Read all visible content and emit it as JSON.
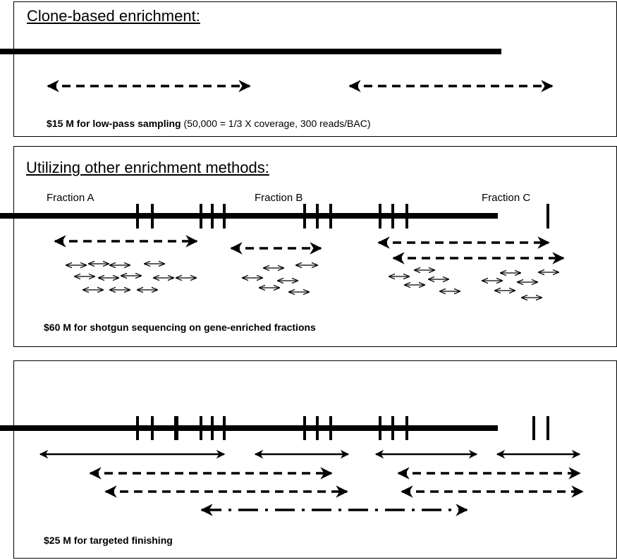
{
  "panel1": {
    "title": "Clone-based enrichment:",
    "cost_bold": "$15 M for low-pass sampling",
    "cost_rest": " (50,000 = 1/3 X coverage, 300 reads/BAC)"
  },
  "panel2": {
    "title": "Utilizing other enrichment methods:",
    "fractions": [
      "Fraction A",
      "Fraction B",
      "Fraction C"
    ],
    "cost": "$60 M for shotgun sequencing on gene-enriched fractions"
  },
  "panel3": {
    "cost": "$25 M for targeted finishing"
  },
  "colors": {
    "line": "#000000",
    "background": "#ffffff"
  }
}
